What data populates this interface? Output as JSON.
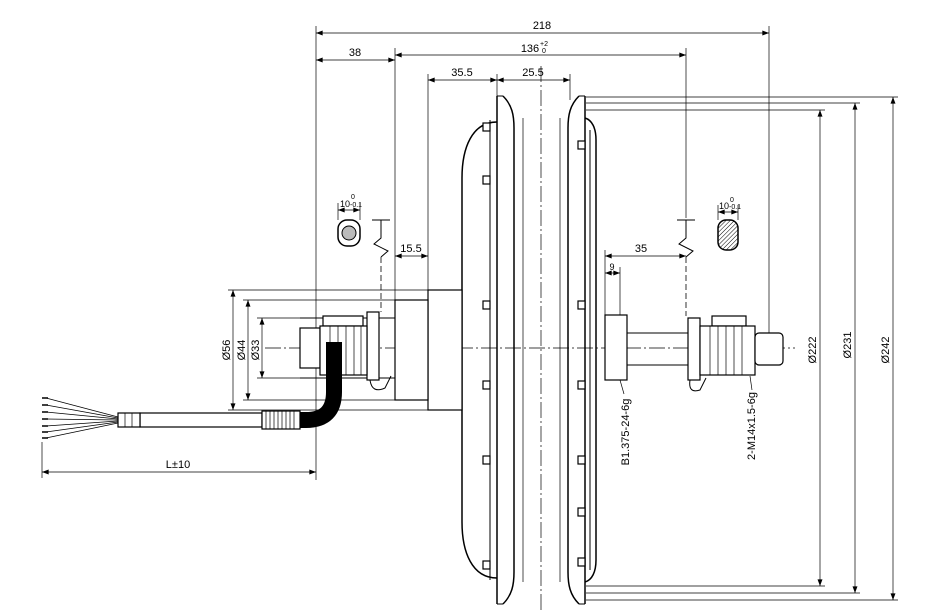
{
  "drawing": {
    "dimensions": {
      "overall_width": "218",
      "left_offset": "38",
      "hub_width": {
        "value": "136",
        "upper_tolerance": "+2",
        "lower_tolerance": "0"
      },
      "left_section": "35.5",
      "right_section": "25.5",
      "left_step": "15.5",
      "right_step": "35",
      "spacer": "9",
      "left_flat": {
        "value": "10",
        "upper_tolerance": "0",
        "lower_tolerance": "-0.1"
      },
      "right_flat": {
        "value": "10",
        "upper_tolerance": "0",
        "lower_tolerance": "-0.1"
      },
      "hub_diameters": [
        "Ø56",
        "Ø44",
        "Ø33"
      ],
      "rim_diameters": [
        "Ø222",
        "Ø231",
        "Ø242"
      ],
      "cable_length": "L±10"
    },
    "threads": {
      "freewheel_thread": "B1.375-24-6g",
      "axle_thread": "2-M14x1.5-6g"
    }
  },
  "colors": {
    "line": "#000000",
    "background": "#ffffff"
  }
}
